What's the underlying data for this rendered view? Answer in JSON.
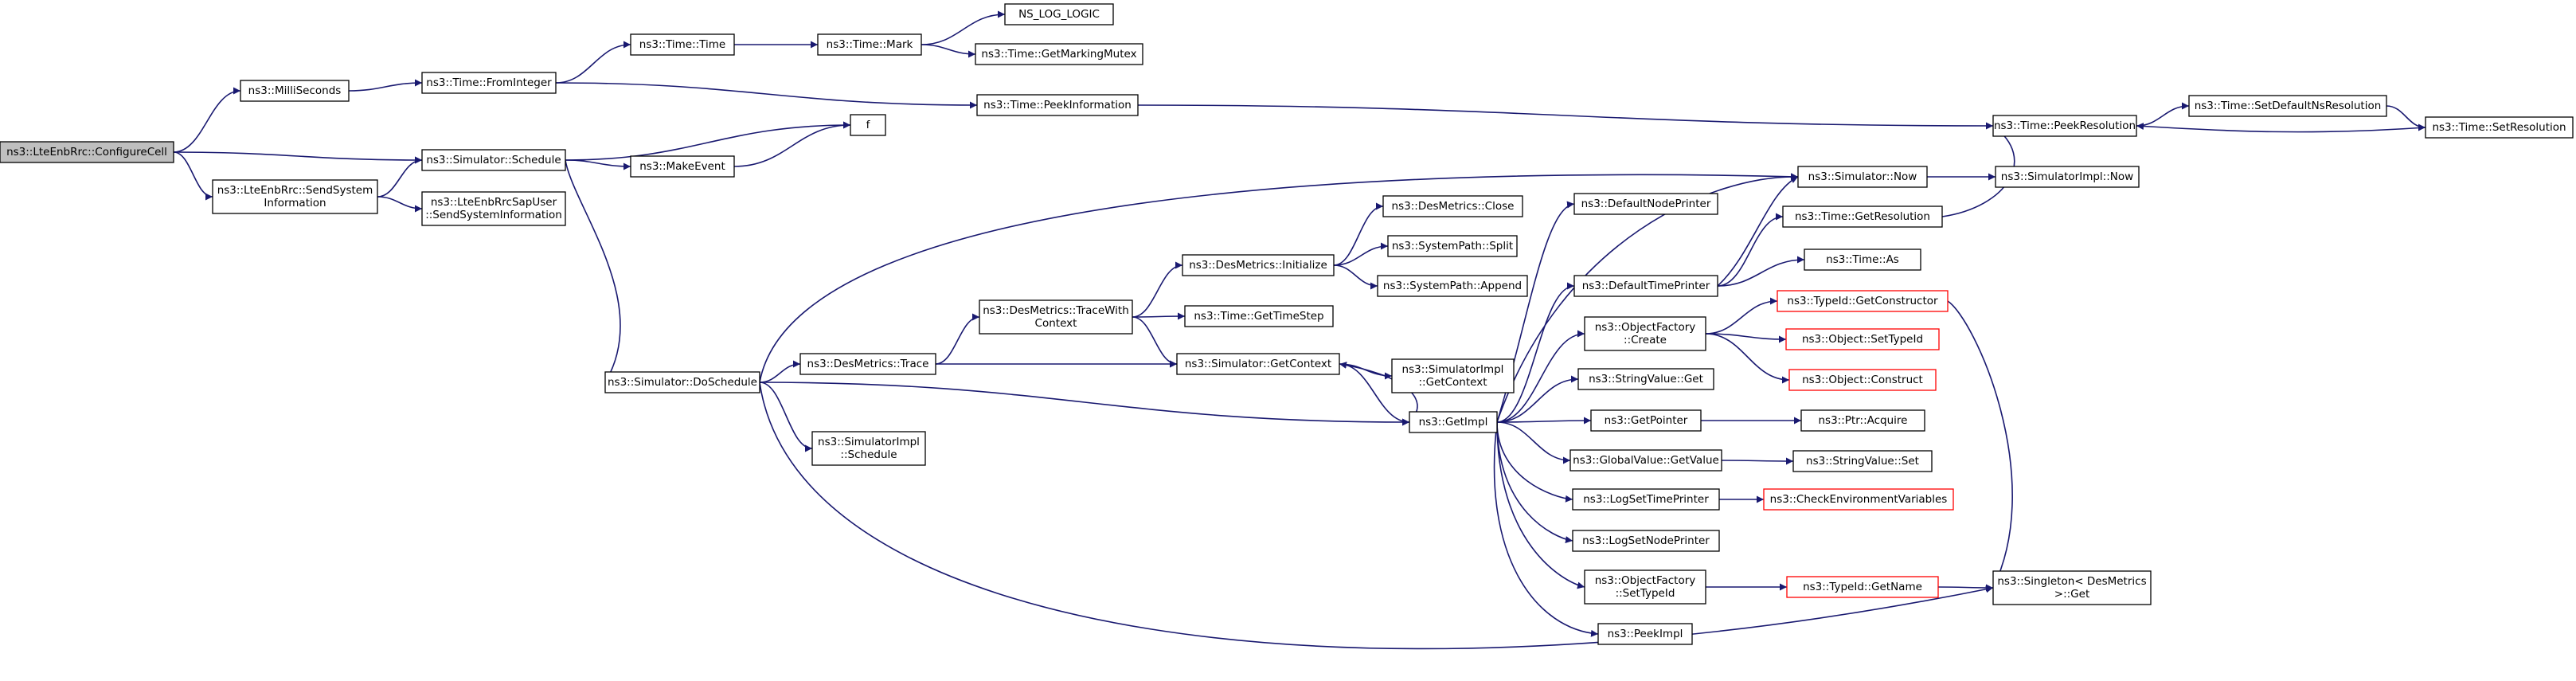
{
  "graph": {
    "colors": {
      "edge": "#191970",
      "node_border": "#000000",
      "truncated_border": "#ff0000",
      "root_fill": "#bfbfbf"
    },
    "nodes": [
      {
        "id": "n0",
        "lines": [
          "ns3::LteEnbRrc::ConfigureCell"
        ],
        "root": true
      },
      {
        "id": "n1",
        "lines": [
          "ns3::MilliSeconds"
        ]
      },
      {
        "id": "n2",
        "lines": [
          "ns3::Time::FromInteger"
        ]
      },
      {
        "id": "n3",
        "lines": [
          "ns3::Time::Time"
        ]
      },
      {
        "id": "n4",
        "lines": [
          "ns3::Time::Mark"
        ]
      },
      {
        "id": "n5",
        "lines": [
          "NS_LOG_LOGIC"
        ]
      },
      {
        "id": "n6",
        "lines": [
          "ns3::Time::GetMarkingMutex"
        ]
      },
      {
        "id": "n7",
        "lines": [
          "ns3::Time::PeekInformation"
        ]
      },
      {
        "id": "n8",
        "lines": [
          "ns3::Time::PeekResolution"
        ]
      },
      {
        "id": "n9",
        "lines": [
          "ns3::Time::SetDefaultNsResolution"
        ]
      },
      {
        "id": "n10",
        "lines": [
          "ns3::Time::SetResolution"
        ]
      },
      {
        "id": "n11",
        "lines": [
          "ns3::Simulator::Schedule"
        ]
      },
      {
        "id": "n12",
        "lines": [
          "f"
        ]
      },
      {
        "id": "n13",
        "lines": [
          "ns3::MakeEvent"
        ]
      },
      {
        "id": "n14",
        "lines": [
          "ns3::LteEnbRrc::SendSystem",
          "Information"
        ]
      },
      {
        "id": "n15",
        "lines": [
          "ns3::LteEnbRrcSapUser",
          "::SendSystemInformation"
        ]
      },
      {
        "id": "n16",
        "lines": [
          "ns3::Simulator::DoSchedule"
        ]
      },
      {
        "id": "n17",
        "lines": [
          "ns3::DesMetrics::Trace"
        ]
      },
      {
        "id": "n18",
        "lines": [
          "ns3::SimulatorImpl",
          "::Schedule"
        ]
      },
      {
        "id": "n19",
        "lines": [
          "ns3::DesMetrics::TraceWith",
          "Context"
        ]
      },
      {
        "id": "n20",
        "lines": [
          "ns3::DesMetrics::Initialize"
        ]
      },
      {
        "id": "n21",
        "lines": [
          "ns3::DesMetrics::Close"
        ]
      },
      {
        "id": "n22",
        "lines": [
          "ns3::SystemPath::Split"
        ]
      },
      {
        "id": "n23",
        "lines": [
          "ns3::SystemPath::Append"
        ]
      },
      {
        "id": "n24",
        "lines": [
          "ns3::Time::GetTimeStep"
        ]
      },
      {
        "id": "n25",
        "lines": [
          "ns3::Simulator::GetContext"
        ]
      },
      {
        "id": "n26",
        "lines": [
          "ns3::SimulatorImpl",
          "::GetContext"
        ]
      },
      {
        "id": "n27",
        "lines": [
          "ns3::GetImpl"
        ]
      },
      {
        "id": "n28",
        "lines": [
          "ns3::DefaultNodePrinter"
        ]
      },
      {
        "id": "n29",
        "lines": [
          "ns3::DefaultTimePrinter"
        ]
      },
      {
        "id": "n30",
        "lines": [
          "ns3::Simulator::Now"
        ]
      },
      {
        "id": "n31",
        "lines": [
          "ns3::SimulatorImpl::Now"
        ]
      },
      {
        "id": "n32",
        "lines": [
          "ns3::Time::GetResolution"
        ]
      },
      {
        "id": "n33",
        "lines": [
          "ns3::Time::As"
        ]
      },
      {
        "id": "n34",
        "lines": [
          "ns3::ObjectFactory",
          "::Create"
        ]
      },
      {
        "id": "n35",
        "lines": [
          "ns3::TypeId::GetConstructor"
        ],
        "truncated": true
      },
      {
        "id": "n36",
        "lines": [
          "ns3::Object::SetTypeId"
        ],
        "truncated": true
      },
      {
        "id": "n37",
        "lines": [
          "ns3::Object::Construct"
        ],
        "truncated": true
      },
      {
        "id": "n38",
        "lines": [
          "ns3::StringValue::Get"
        ]
      },
      {
        "id": "n39",
        "lines": [
          "ns3::GetPointer"
        ]
      },
      {
        "id": "n40",
        "lines": [
          "ns3::Ptr::Acquire"
        ]
      },
      {
        "id": "n41",
        "lines": [
          "ns3::GlobalValue::GetValue"
        ]
      },
      {
        "id": "n42",
        "lines": [
          "ns3::StringValue::Set"
        ]
      },
      {
        "id": "n43",
        "lines": [
          "ns3::LogSetTimePrinter"
        ]
      },
      {
        "id": "n44",
        "lines": [
          "ns3::CheckEnvironmentVariables"
        ],
        "truncated": true
      },
      {
        "id": "n45",
        "lines": [
          "ns3::LogSetNodePrinter"
        ]
      },
      {
        "id": "n46",
        "lines": [
          "ns3::ObjectFactory",
          "::SetTypeId"
        ]
      },
      {
        "id": "n47",
        "lines": [
          "ns3::TypeId::GetName"
        ],
        "truncated": true
      },
      {
        "id": "n48",
        "lines": [
          "ns3::Singleton< DesMetrics",
          " >::Get"
        ]
      },
      {
        "id": "n49",
        "lines": [
          "ns3::PeekImpl"
        ]
      }
    ],
    "edges": [
      [
        "n0",
        "n1"
      ],
      [
        "n0",
        "n11"
      ],
      [
        "n0",
        "n14"
      ],
      [
        "n1",
        "n2"
      ],
      [
        "n2",
        "n3"
      ],
      [
        "n2",
        "n7"
      ],
      [
        "n3",
        "n4"
      ],
      [
        "n4",
        "n5"
      ],
      [
        "n4",
        "n6"
      ],
      [
        "n7",
        "n8"
      ],
      [
        "n8",
        "n9"
      ],
      [
        "n9",
        "n10"
      ],
      [
        "n10",
        "n8"
      ],
      [
        "n11",
        "n12"
      ],
      [
        "n11",
        "n13"
      ],
      [
        "n11",
        "n16"
      ],
      [
        "n13",
        "n12"
      ],
      [
        "n14",
        "n11"
      ],
      [
        "n14",
        "n15"
      ],
      [
        "n16",
        "n17"
      ],
      [
        "n16",
        "n18"
      ],
      [
        "n16",
        "n30"
      ],
      [
        "n16",
        "n27"
      ],
      [
        "n16",
        "n48"
      ],
      [
        "n17",
        "n19"
      ],
      [
        "n17",
        "n25"
      ],
      [
        "n19",
        "n20"
      ],
      [
        "n19",
        "n24"
      ],
      [
        "n19",
        "n25"
      ],
      [
        "n20",
        "n21"
      ],
      [
        "n20",
        "n22"
      ],
      [
        "n20",
        "n23"
      ],
      [
        "n25",
        "n26"
      ],
      [
        "n25",
        "n27"
      ],
      [
        "n27",
        "n28"
      ],
      [
        "n27",
        "n29"
      ],
      [
        "n27",
        "n30"
      ],
      [
        "n27",
        "n34"
      ],
      [
        "n27",
        "n38"
      ],
      [
        "n27",
        "n39"
      ],
      [
        "n27",
        "n41"
      ],
      [
        "n27",
        "n43"
      ],
      [
        "n27",
        "n45"
      ],
      [
        "n27",
        "n46"
      ],
      [
        "n27",
        "n49"
      ],
      [
        "n27",
        "n25"
      ],
      [
        "n29",
        "n30"
      ],
      [
        "n29",
        "n32"
      ],
      [
        "n29",
        "n33"
      ],
      [
        "n30",
        "n31"
      ],
      [
        "n32",
        "n8"
      ],
      [
        "n34",
        "n35"
      ],
      [
        "n34",
        "n36"
      ],
      [
        "n34",
        "n37"
      ],
      [
        "n35",
        "n48"
      ],
      [
        "n39",
        "n40"
      ],
      [
        "n41",
        "n42"
      ],
      [
        "n43",
        "n44"
      ],
      [
        "n46",
        "n47"
      ],
      [
        "n47",
        "n48"
      ]
    ]
  }
}
